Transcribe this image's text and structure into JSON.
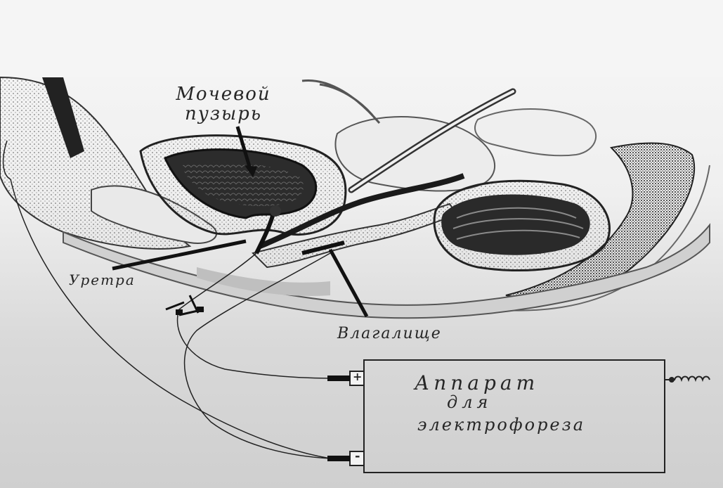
{
  "labels": {
    "bladder": "Мочевой пузырь",
    "urethra": "Уретра",
    "vagina": "Влагалище"
  },
  "device": {
    "title_line1": "Аппарат",
    "title_line2": "для",
    "title_line3": "электрофореза",
    "plus": "+",
    "minus": "-"
  }
}
